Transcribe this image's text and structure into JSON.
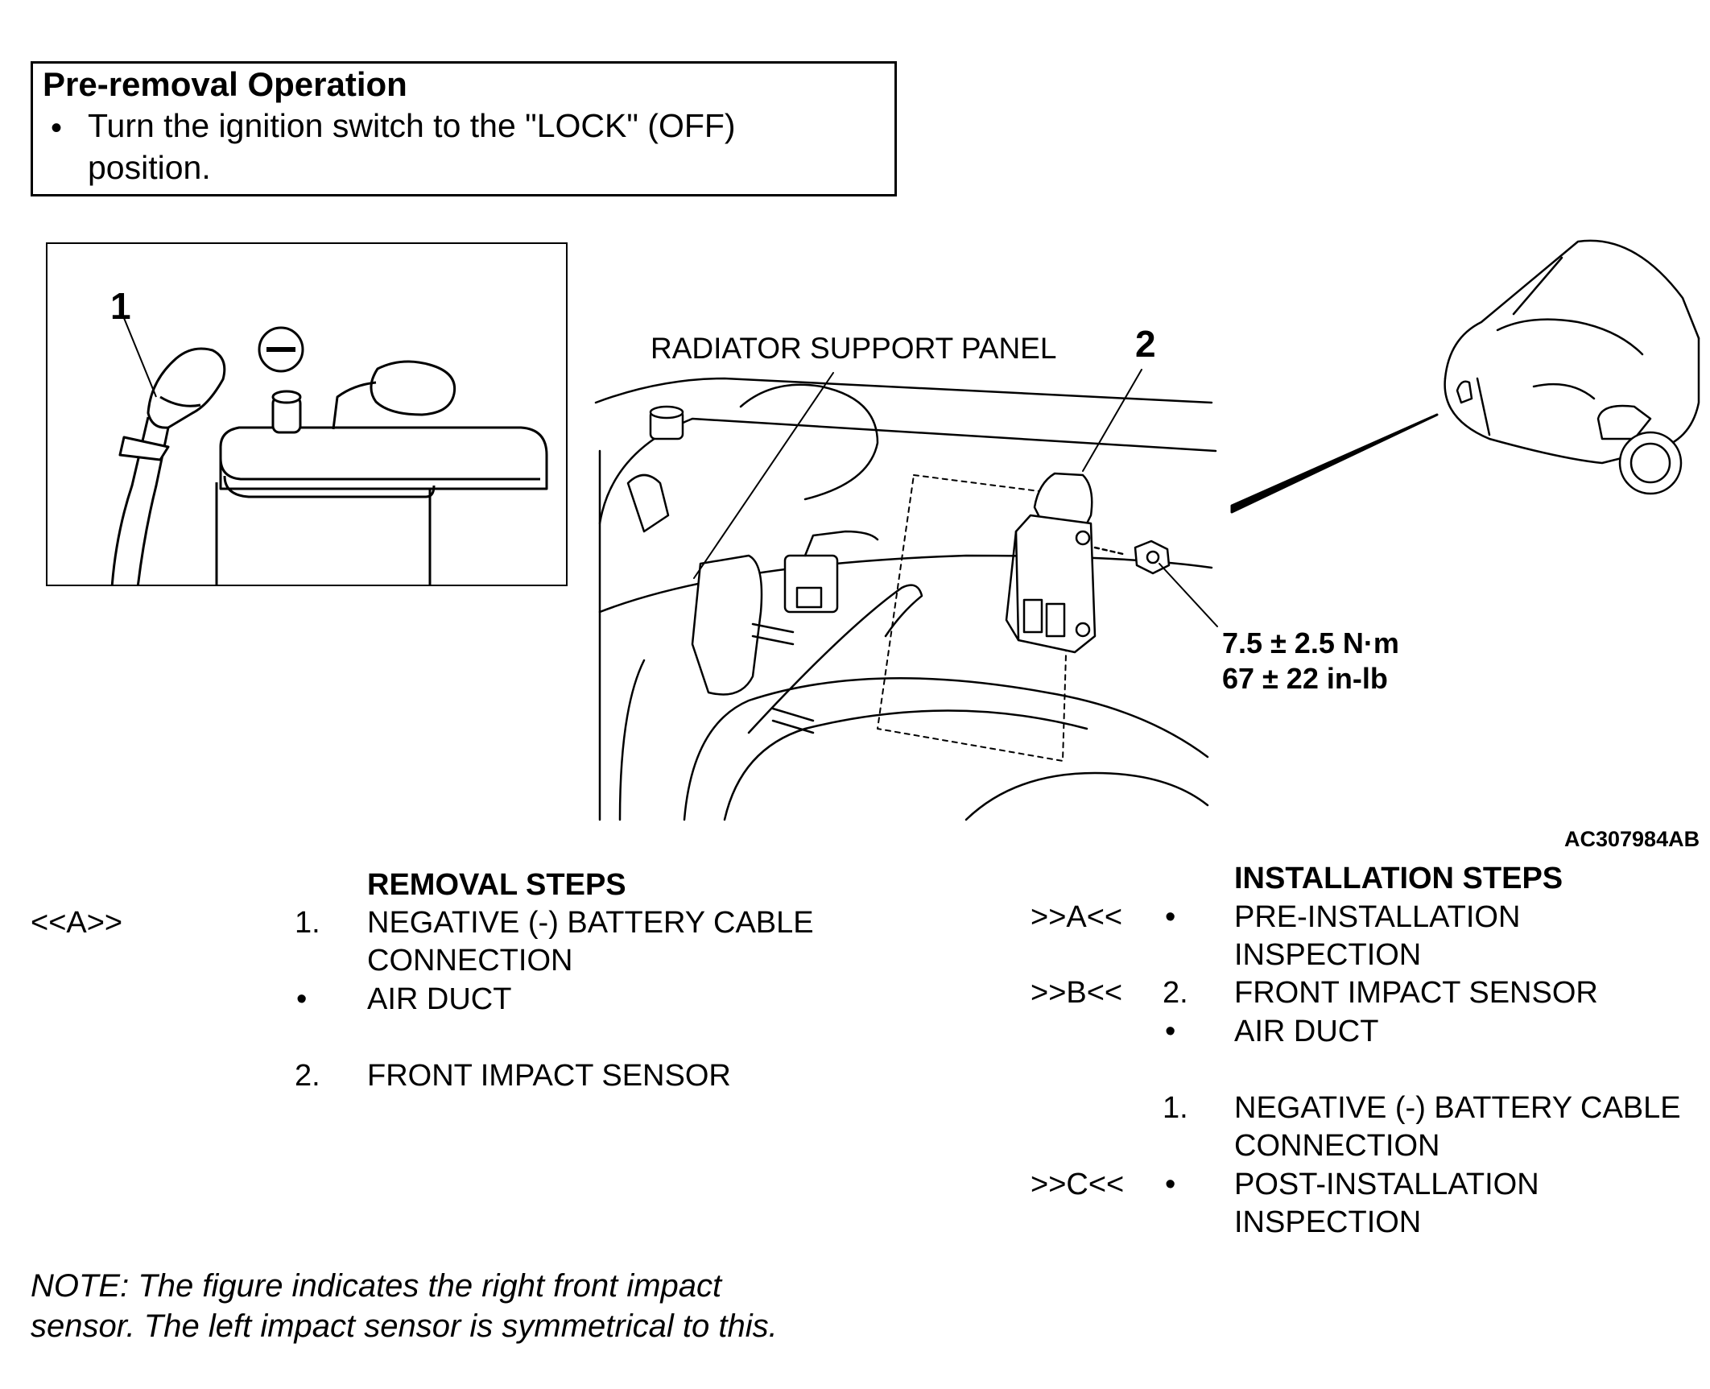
{
  "pre_removal": {
    "title": "Pre-removal Operation",
    "bullet": "•",
    "line1": "Turn the ignition switch to the \"LOCK\" (OFF)",
    "line2": "position."
  },
  "figure": {
    "callout_1": "1",
    "callout_2": "2",
    "minus_symbol": "–",
    "radiator_label": "RADIATOR SUPPORT PANEL",
    "torque_nm": "7.5 ± 2.5 N·m",
    "torque_inlb": "67 ± 22 in-lb",
    "figure_code": "AC307984AB"
  },
  "removal": {
    "heading": "REMOVAL STEPS",
    "steps": [
      {
        "marker": "<<A>>",
        "num": "1.",
        "line1": "NEGATIVE (-) BATTERY CABLE",
        "line2": "CONNECTION"
      },
      {
        "marker": "",
        "num": "•",
        "line1": "AIR DUCT",
        "line2": ""
      },
      {
        "marker": "",
        "num": "2.",
        "line1": "FRONT IMPACT SENSOR",
        "line2": ""
      }
    ]
  },
  "installation": {
    "heading": "INSTALLATION STEPS",
    "steps": [
      {
        "marker": ">>A<<",
        "num": "•",
        "line1": "PRE-INSTALLATION",
        "line2": "INSPECTION"
      },
      {
        "marker": ">>B<<",
        "num": "2.",
        "line1": "FRONT IMPACT SENSOR",
        "line2": ""
      },
      {
        "marker": "",
        "num": "•",
        "line1": "AIR DUCT",
        "line2": ""
      },
      {
        "marker": "",
        "num": "1.",
        "line1": "NEGATIVE (-) BATTERY CABLE",
        "line2": "CONNECTION"
      },
      {
        "marker": ">>C<<",
        "num": "•",
        "line1": "POST-INSTALLATION",
        "line2": "INSPECTION"
      }
    ]
  },
  "note": {
    "line1": "NOTE: The figure indicates the right front impact",
    "line2": "sensor. The left impact sensor is symmetrical to this."
  }
}
